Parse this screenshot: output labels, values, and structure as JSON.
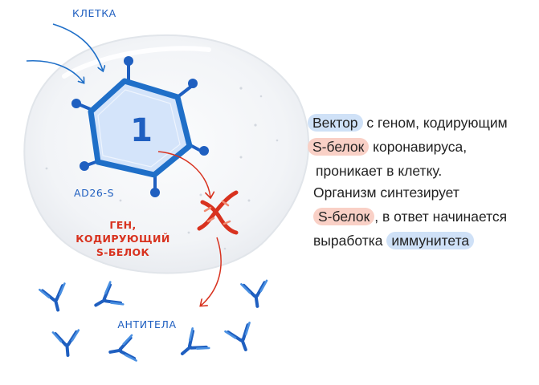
{
  "labels": {
    "cell": "КЛЕТКА",
    "vector": "AD26-S",
    "number": "1",
    "gene_line1": "ГЕН,",
    "gene_line2": "КОДИРУЮЩИЙ",
    "gene_line3": "S-БЕЛОК",
    "antibodies": "АНТИТЕЛА"
  },
  "paragraph1": {
    "vector_word": "Вектор",
    "after_vector": " с геном, кодирующим",
    "s_protein": "S-белок",
    "after_s": " коронавируса,",
    "line3": "проникает в клетку."
  },
  "paragraph2": {
    "line1": "Организм синтезирует",
    "s_protein": "S-белок",
    "after_s": ", в ответ начинается",
    "before_immunity": "выработка ",
    "immunity_word": "иммунитета"
  },
  "colors": {
    "blue": "#1f5fc0",
    "red": "#d8321f",
    "pill_blue": "#cfe1f7",
    "pill_red": "#f9d0c6"
  }
}
